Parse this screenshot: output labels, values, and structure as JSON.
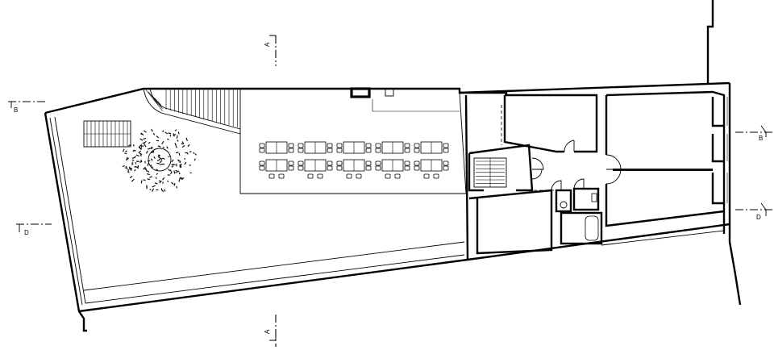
{
  "section_marks": {
    "a_top": "A",
    "a_bottom": "A",
    "b_left": "B",
    "b_right": "B",
    "d_left": "D",
    "d_right": "D"
  },
  "seating": {
    "table_groups": 5
  }
}
